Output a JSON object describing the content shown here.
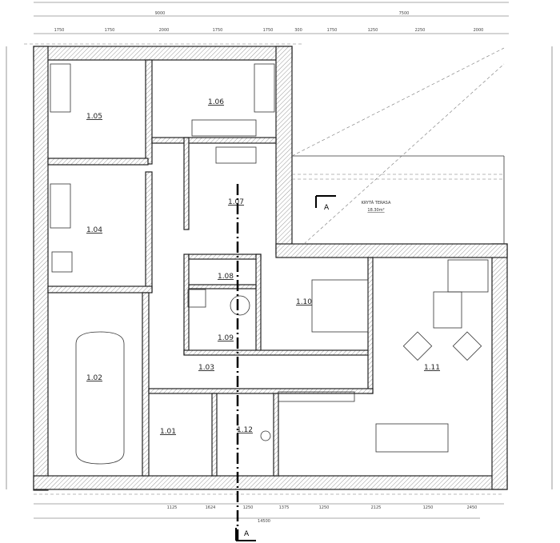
{
  "dimensions": {
    "top_total_left": "9000",
    "top_total_right": "7500",
    "top_segments": [
      "1750",
      "1750",
      "2000",
      "1750",
      "1750",
      "300",
      "1750",
      "1250",
      "2250",
      "2000"
    ],
    "bottom_segments": [
      "1125",
      "1624",
      "1250",
      "1375",
      "1250",
      "2125",
      "1250",
      "2450"
    ],
    "bottom_total": "14500"
  },
  "rooms": [
    {
      "id": "1.01"
    },
    {
      "id": "1.02"
    },
    {
      "id": "1.03"
    },
    {
      "id": "1.04"
    },
    {
      "id": "1.05"
    },
    {
      "id": "1.06"
    },
    {
      "id": "1.07"
    },
    {
      "id": "1.08"
    },
    {
      "id": "1.09"
    },
    {
      "id": "1.10"
    },
    {
      "id": "1.11"
    },
    {
      "id": "1.12"
    }
  ],
  "terrace": {
    "label": "KRYTÁ TERASA",
    "area": "18.30m²"
  },
  "section_marker": "A"
}
